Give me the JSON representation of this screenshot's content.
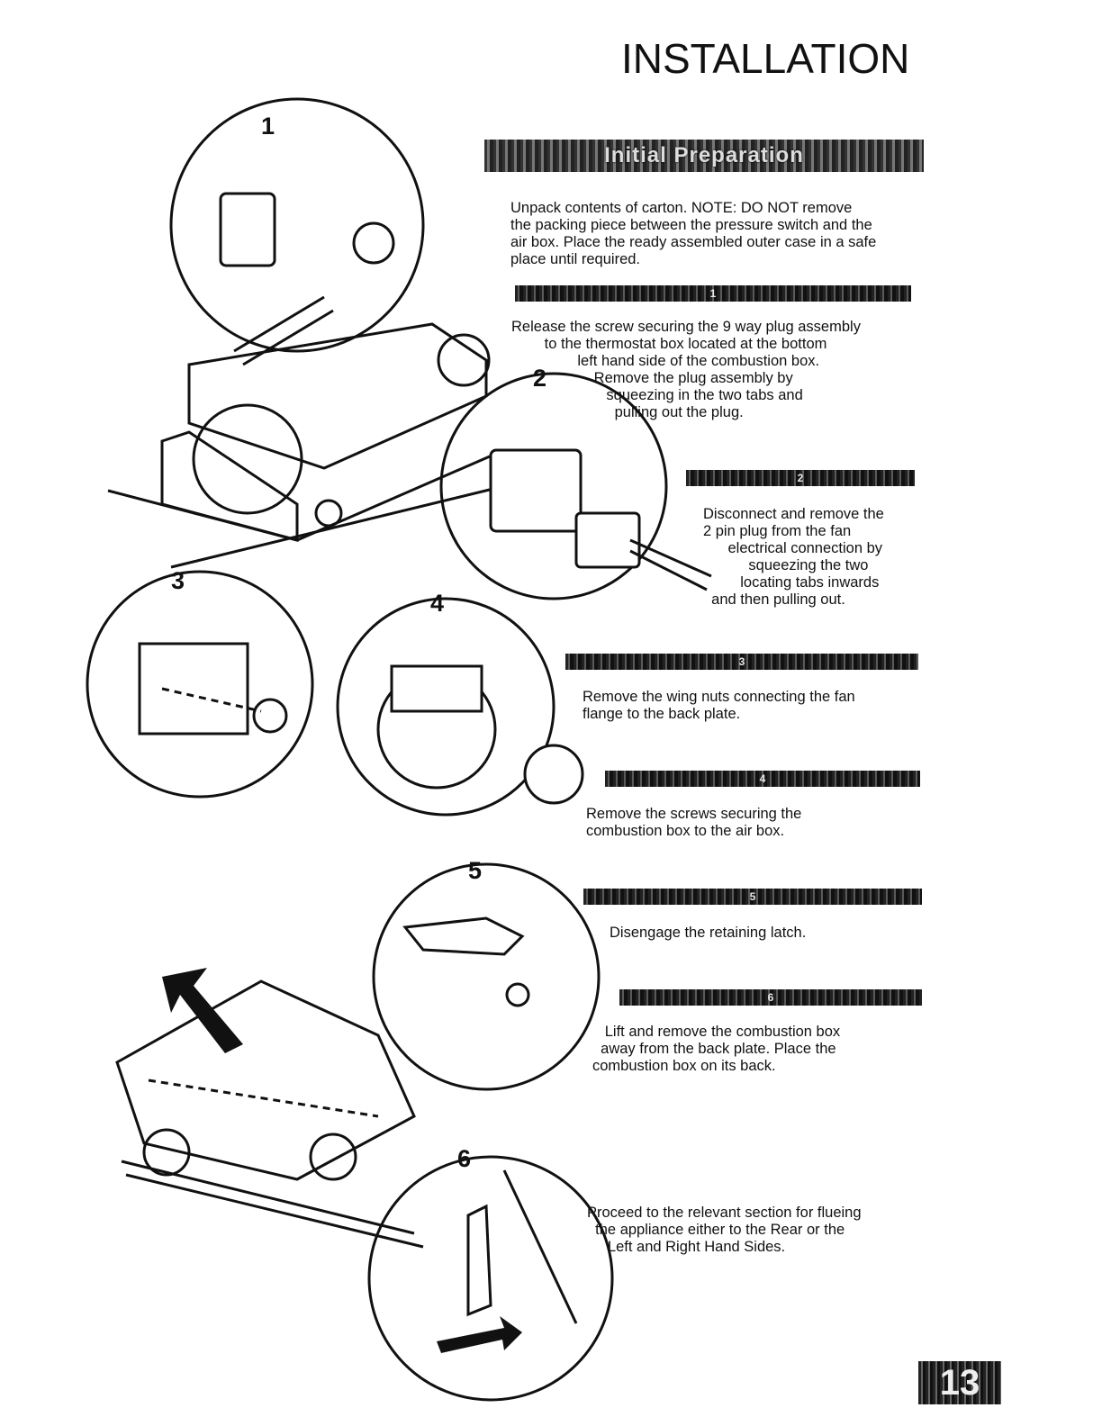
{
  "header": {
    "title": "INSTALLATION"
  },
  "section_bar": {
    "title": "Initial Preparation"
  },
  "intro_text": "Unpack contents of carton. NOTE: DO NOT remove\nthe packing piece between the pressure switch and the\nair box. Place the ready assembled outer case in a safe\nplace until required.",
  "steps": [
    {
      "num": "1",
      "text": "Release the screw securing the 9 way plug assembly\n        to the thermostat box located at the bottom\n                left hand side of the combustion box.\n                    Remove the plug assembly by\n                       squeezing in the two tabs and\n                         pulling out the plug."
    },
    {
      "num": "2",
      "text": "Disconnect and remove the\n2 pin plug from the fan\n      electrical connection by\n           squeezing the two\n         locating tabs inwards\n  and then pulling out."
    },
    {
      "num": "3",
      "text": "Remove the wing nuts connecting the fan\nflange to the back plate."
    },
    {
      "num": "4",
      "text": "Remove the screws securing the\ncombustion box to the air box."
    },
    {
      "num": "5",
      "text": "Disengage the retaining latch."
    },
    {
      "num": "6",
      "text": "   Lift and remove the combustion box\n  away from the back plate. Place the\ncombustion box on its back."
    }
  ],
  "closing_text": "Proceed to the relevant section for flueing\n  the appliance either to the Rear or the\n     Left and Right Hand Sides.",
  "figure_labels": [
    "1",
    "2",
    "3",
    "4",
    "5",
    "6"
  ],
  "page_number": "13"
}
